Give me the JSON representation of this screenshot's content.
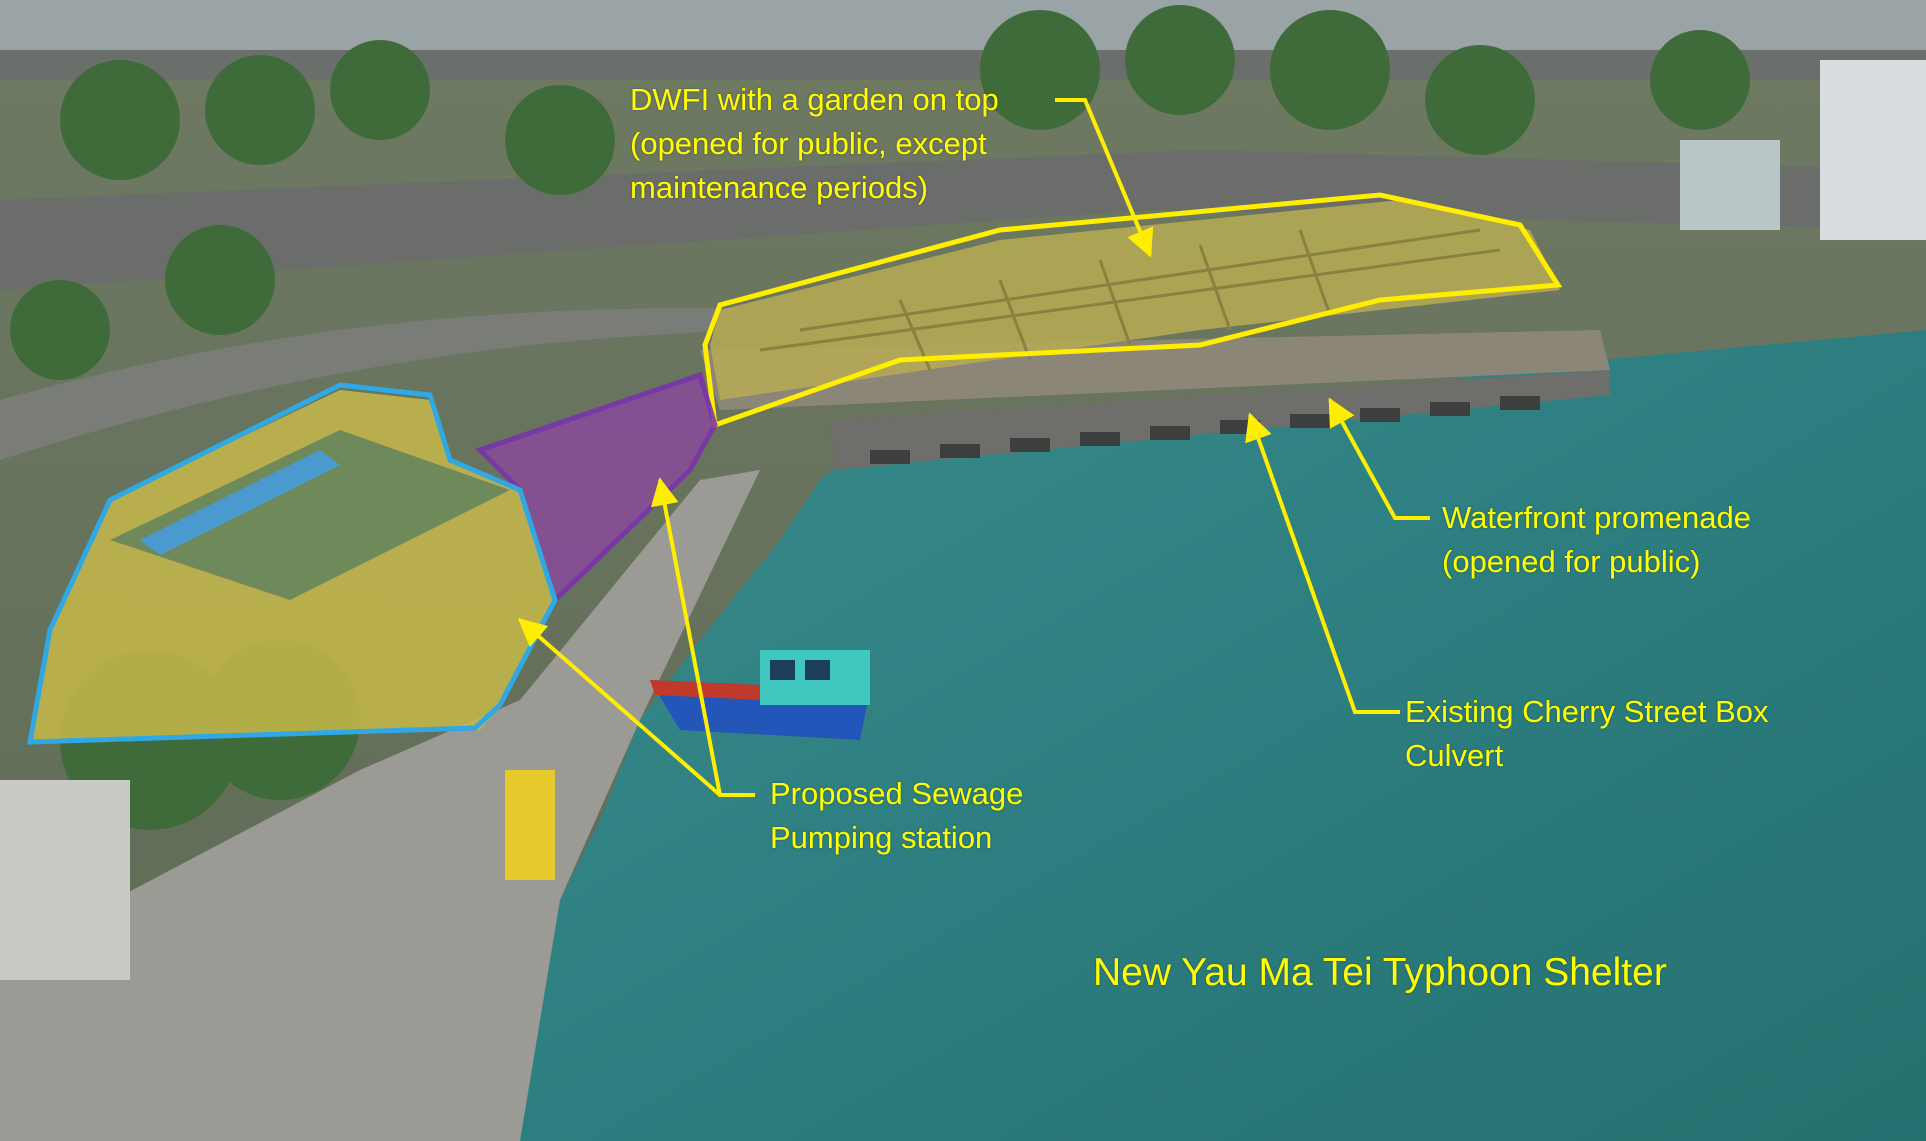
{
  "colors": {
    "annotation": "#ffff00",
    "water": "#2d7e80",
    "dwfi_outline": "#ffee00",
    "pumping_station_outline": "#2fa8e4",
    "pumping_station_fill": "#c8b94a",
    "pumping_building_outline": "#7a2fb0",
    "pumping_building_fill": "#8a4a9a",
    "promenade": "#8c8678",
    "culvert": "#6e6e6a",
    "boat_hull": "#2356b8",
    "boat_cabin": "#3fc7c0"
  },
  "icons": [
    "arrow-pointer-icon"
  ],
  "labels": {
    "dwfi": [
      "DWFI with a garden on top",
      "(opened for public, except",
      "maintenance periods)"
    ],
    "promenade": [
      "Waterfront promenade",
      "(opened for public)"
    ],
    "culvert": [
      "Existing Cherry Street Box",
      "Culvert"
    ],
    "pumping": [
      "Proposed Sewage",
      "Pumping station"
    ],
    "shelter": "New Yau Ma Tei Typhoon Shelter"
  }
}
